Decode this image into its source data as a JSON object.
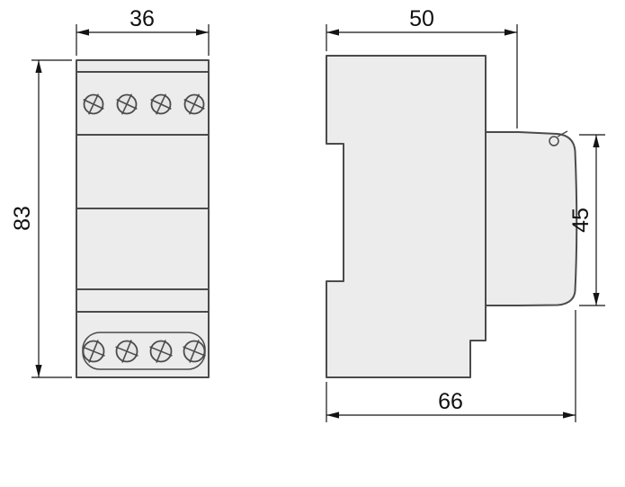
{
  "dimensions": {
    "front_width_mm": "36",
    "front_height_mm": "83",
    "side_upper_depth_mm": "50",
    "front_panel_height_mm": "45",
    "side_total_depth_mm": "66"
  },
  "colors": {
    "body_fill": "#ececec",
    "part_outline": "#4b4b4b",
    "dimension_line": "#141414"
  }
}
